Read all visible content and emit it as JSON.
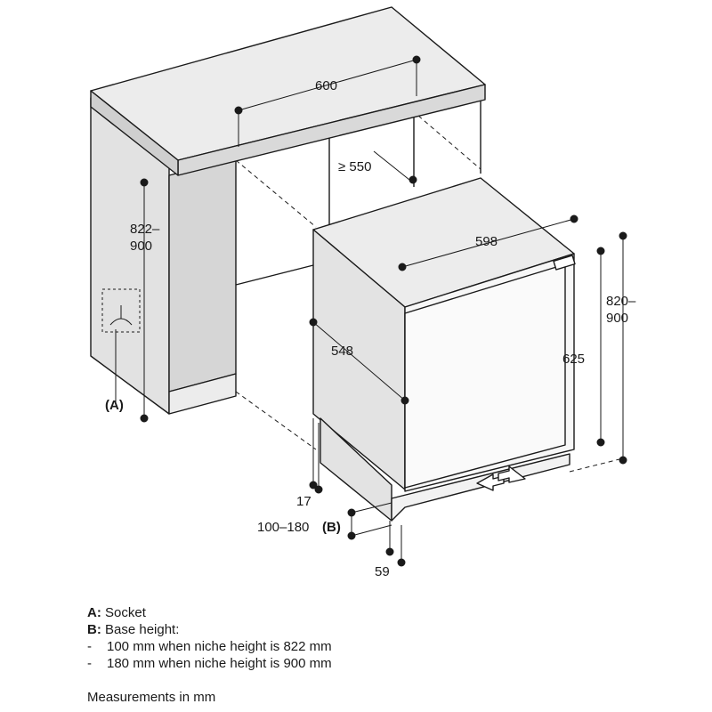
{
  "dimensions": {
    "worktop_width": "600",
    "niche_depth": "≥ 550",
    "niche_height_line1": "822–",
    "niche_height_line2": "900",
    "socket_marker": "(A)",
    "appliance_width": "598",
    "appliance_depth": "548",
    "door_height": "625",
    "appliance_height_line1": "820–",
    "appliance_height_line2": "900",
    "side_offset": "17",
    "base_height": "100–180",
    "base_marker": "(B)",
    "plinth_offset": "59"
  },
  "legend": {
    "a_key": "A:",
    "a_text": "Socket",
    "b_key": "B:",
    "b_text": "Base height:",
    "items": [
      {
        "bullet": "-",
        "text": "100 mm when niche height is 822 mm"
      },
      {
        "bullet": "-",
        "text": "180 mm when niche height is 900 mm"
      }
    ],
    "note": "Measurements in mm"
  }
}
